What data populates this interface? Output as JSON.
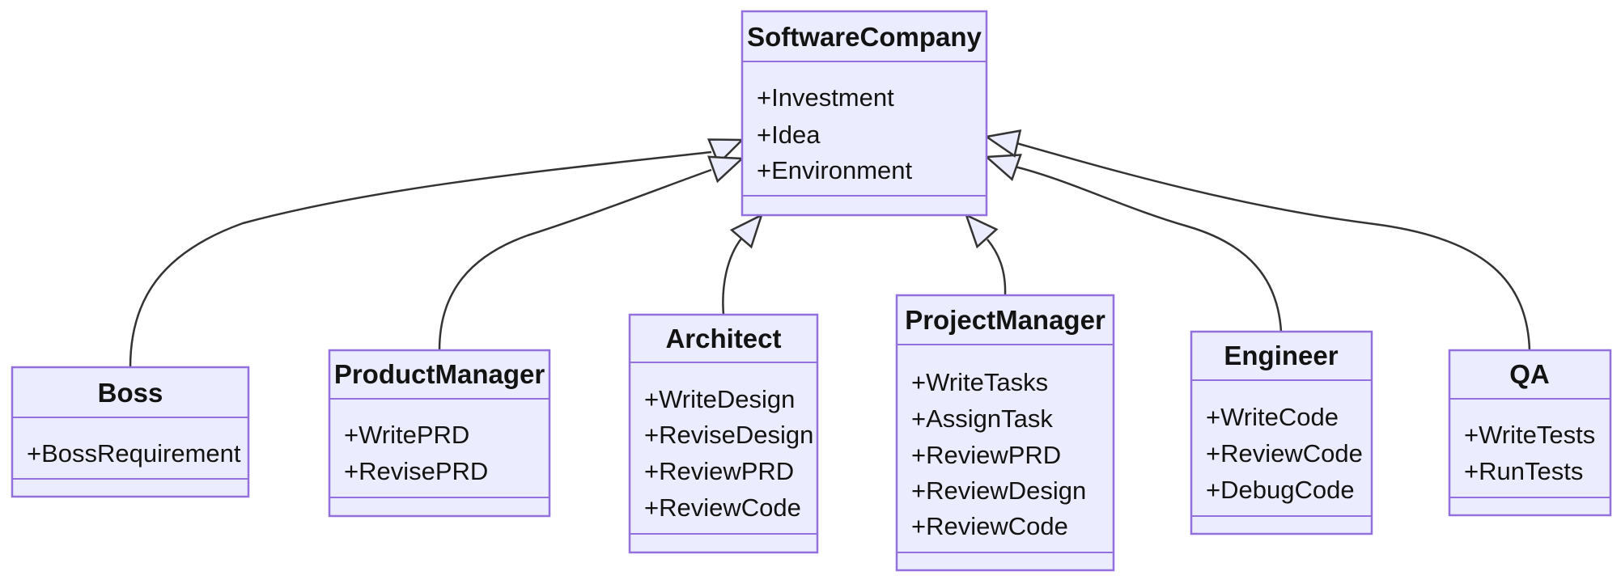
{
  "diagram": {
    "kind": "uml-class-diagram",
    "colors": {
      "node_fill": "#ECECFF",
      "node_border": "#9370DB",
      "edge": "#333333",
      "text": "#131313",
      "background": "#FFFFFF"
    },
    "classes": [
      {
        "name": "SoftwareCompany",
        "members": [
          "+Investment",
          "+Idea",
          "+Environment"
        ]
      },
      {
        "name": "Boss",
        "members": [
          "+BossRequirement"
        ]
      },
      {
        "name": "ProductManager",
        "members": [
          "+WritePRD",
          "+RevisePRD"
        ]
      },
      {
        "name": "Architect",
        "members": [
          "+WriteDesign",
          "+ReviseDesign",
          "+ReviewPRD",
          "+ReviewCode"
        ]
      },
      {
        "name": "ProjectManager",
        "members": [
          "+WriteTasks",
          "+AssignTask",
          "+ReviewPRD",
          "+ReviewDesign",
          "+ReviewCode"
        ]
      },
      {
        "name": "Engineer",
        "members": [
          "+WriteCode",
          "+ReviewCode",
          "+DebugCode"
        ]
      },
      {
        "name": "QA",
        "members": [
          "+WriteTests",
          "+RunTests"
        ]
      }
    ],
    "relations": [
      {
        "from": "Boss",
        "to": "SoftwareCompany",
        "type": "inheritance",
        "arrow": "hollow-triangle"
      },
      {
        "from": "ProductManager",
        "to": "SoftwareCompany",
        "type": "inheritance",
        "arrow": "hollow-triangle"
      },
      {
        "from": "Architect",
        "to": "SoftwareCompany",
        "type": "inheritance",
        "arrow": "hollow-triangle"
      },
      {
        "from": "ProjectManager",
        "to": "SoftwareCompany",
        "type": "inheritance",
        "arrow": "hollow-triangle"
      },
      {
        "from": "Engineer",
        "to": "SoftwareCompany",
        "type": "inheritance",
        "arrow": "hollow-triangle"
      },
      {
        "from": "QA",
        "to": "SoftwareCompany",
        "type": "inheritance",
        "arrow": "hollow-triangle"
      }
    ]
  }
}
